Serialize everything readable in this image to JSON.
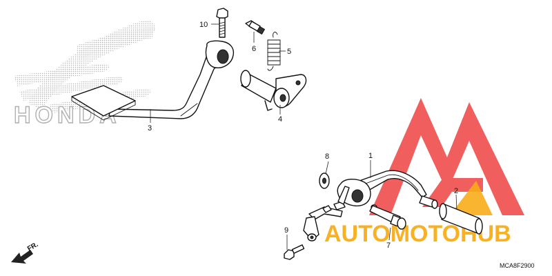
{
  "watermarks": {
    "left_logo_text": "HONDA",
    "right_logo_text": "AUTOMOTOHUB",
    "right_logo_colors": {
      "red": "#f04d4d",
      "orange": "#f7a400",
      "gray": "#6b6b6b"
    }
  },
  "diagram_code": "MCA8F2900",
  "direction_marker": "FR.",
  "callouts": [
    {
      "id": "1",
      "label": "1"
    },
    {
      "id": "2",
      "label": "2"
    },
    {
      "id": "3",
      "label": "3"
    },
    {
      "id": "4",
      "label": "4"
    },
    {
      "id": "5",
      "label": "5"
    },
    {
      "id": "6",
      "label": "6"
    },
    {
      "id": "7",
      "label": "7"
    },
    {
      "id": "8",
      "label": "8"
    },
    {
      "id": "9",
      "label": "9"
    },
    {
      "id": "10",
      "label": "10"
    }
  ]
}
